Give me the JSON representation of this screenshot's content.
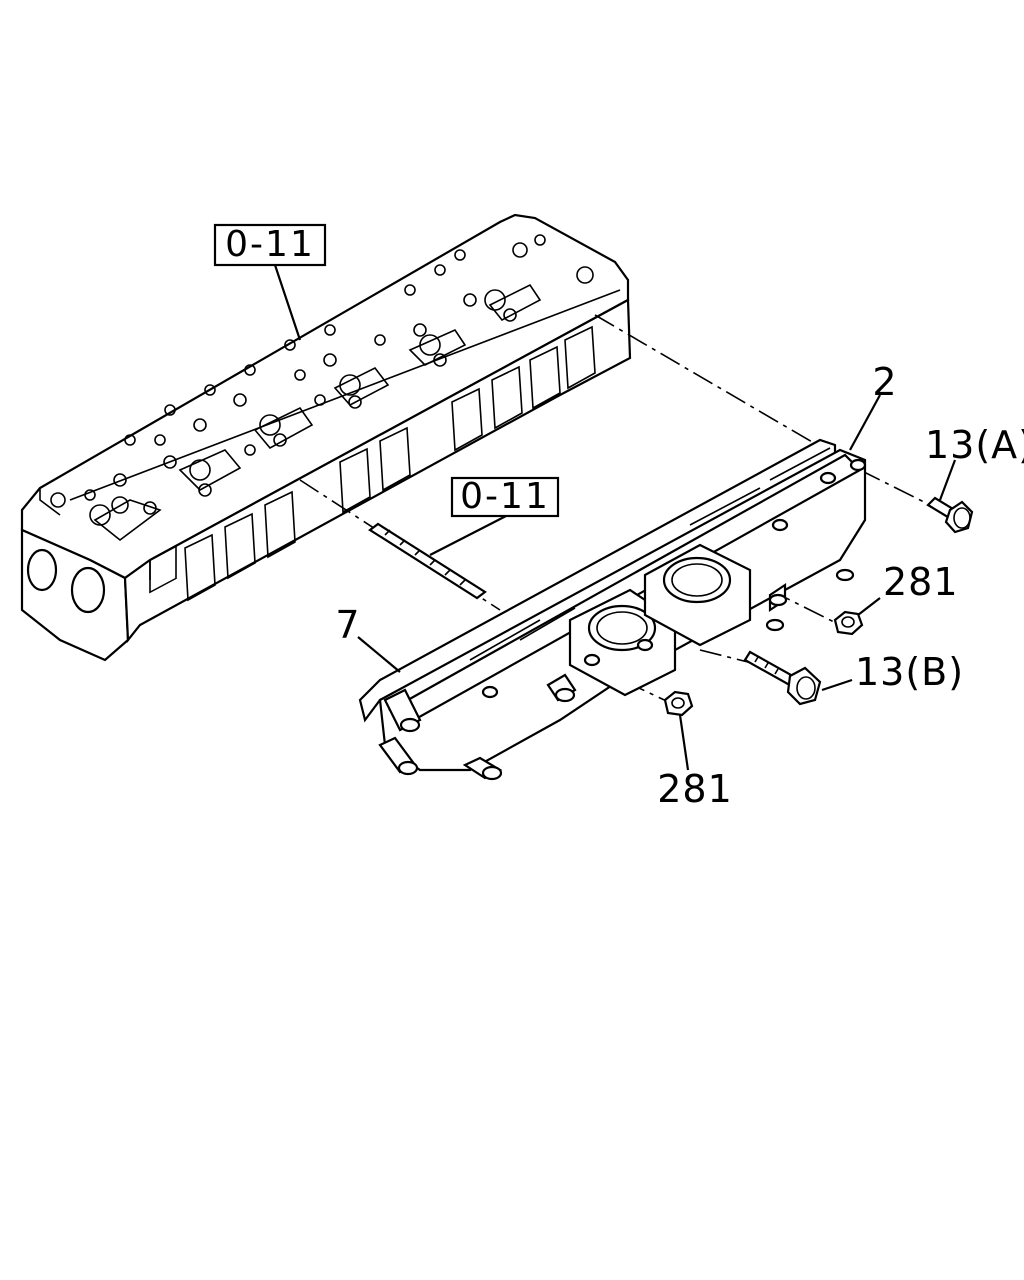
{
  "references": {
    "cylinder_head_ref": "0-11",
    "stud_ref": "0-11"
  },
  "callouts": {
    "manifold_upper": "2",
    "gasket": "7",
    "bolt_a": "13(A)",
    "bolt_b": "13(B)",
    "nut_right": "281",
    "nut_bottom": "281"
  }
}
